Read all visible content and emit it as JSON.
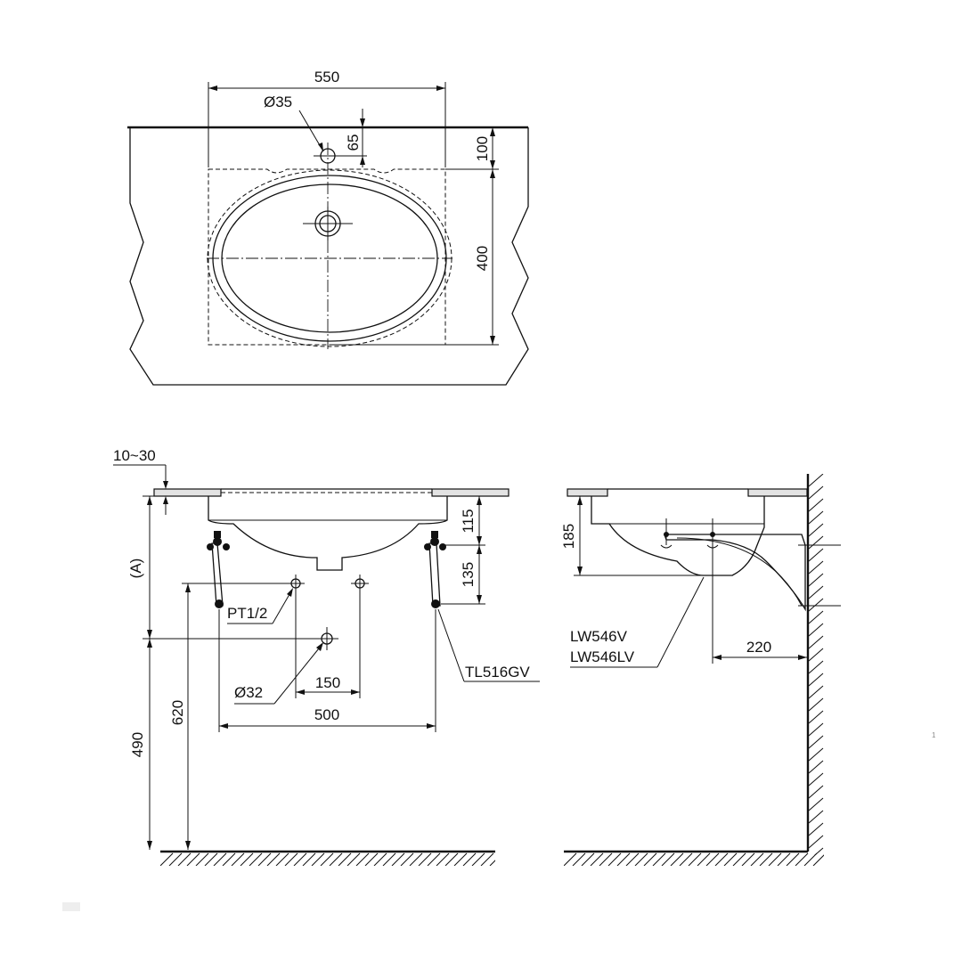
{
  "top_view": {
    "width_label": "550",
    "hole_label": "Ø35",
    "hole_offset_label": "65",
    "edge_offset_label": "100",
    "depth_label": "400"
  },
  "front_view": {
    "counter_thickness_label": "10~30",
    "a_label": "(A)",
    "upper_depth_label": "115",
    "bracket_depth_label": "135",
    "pipe_thread_label": "PT1/2",
    "part_number_label": "TL516GV",
    "drain_label": "Ø32",
    "supply_spacing_label": "150",
    "bracket_spacing_label": "500",
    "floor_height_label": "490",
    "drain_height_label": "620"
  },
  "side_view": {
    "basin_depth_label": "185",
    "model_1": "LW546V",
    "model_2": "LW546LV",
    "wall_offset_label": "220"
  },
  "page_number": "1"
}
